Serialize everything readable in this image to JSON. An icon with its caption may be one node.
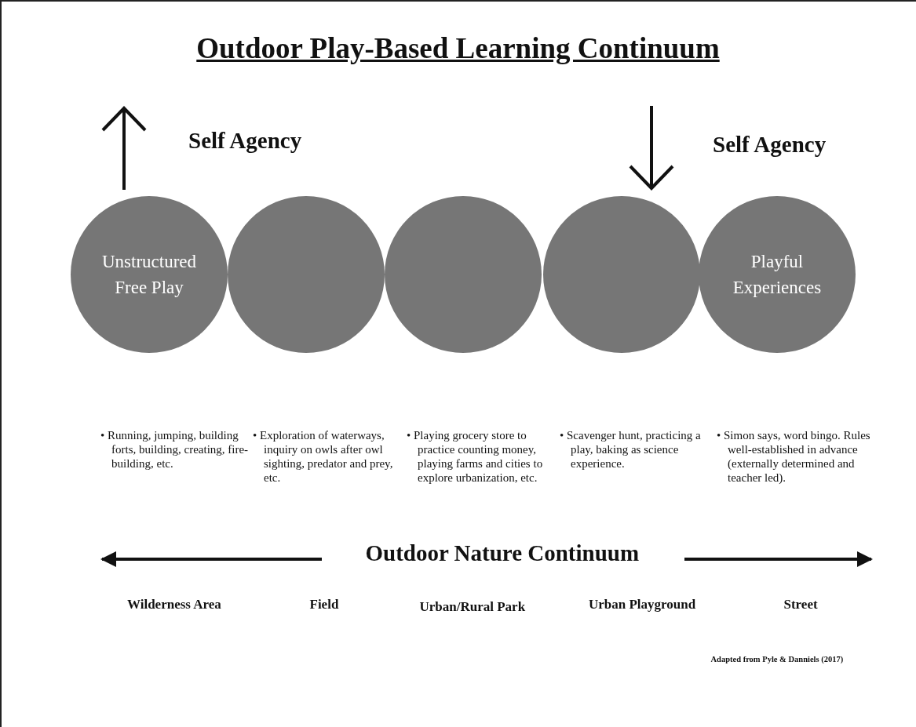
{
  "diagram": {
    "title": "Outdoor Play-Based Learning Continuum",
    "nodes": [
      {
        "text": [
          "Unstructured Free Play"
        ]
      },
      {
        "text": [],
        "shape": "circle"
      },
      {
        "text": [],
        "shape": "circle"
      },
      {
        "text": [],
        "shape": "circle"
      },
      {
        "text": [
          "Playful Experiences"
        ]
      }
    ],
    "edges": [],
    "labels": [
      "Self Agency",
      "Self Agency",
      "• Running, jumping, building forts, building, creating, fire-building, etc.",
      "• Exploration of waterways, inquiry on owls after owl sighting, predator and prey, etc.",
      "• Playing grocery store to practice counting money, playing farms and cities to explore urbanization, etc.",
      "• Scavenger hunt, practicing a play, baking as science experience.",
      "• Simon says, word bingo. Rules well-established in advance (externally determined and teacher led).",
      "Outdoor Nature Continuum",
      "Wilderness Area",
      "Field",
      "Urban/Rural Park",
      "Urban Playground",
      "Street"
    ],
    "caption": "Adapted from Pyle & Danniels (2017)"
  }
}
